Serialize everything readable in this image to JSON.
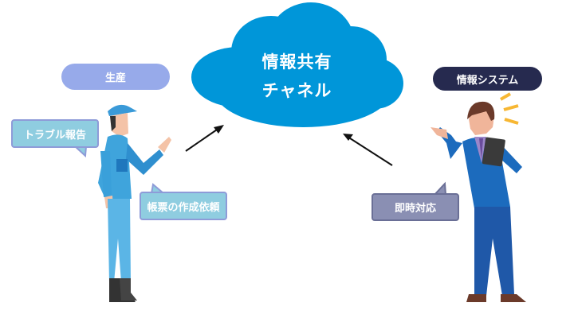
{
  "cloud": {
    "line1": "情報共有",
    "line2": "チャネル",
    "color": "#0096d9"
  },
  "left_role": {
    "label": "生産",
    "color": "#97aaea"
  },
  "right_role": {
    "label": "情報システム",
    "color": "#262a4f"
  },
  "bubbles": {
    "trouble_report": "トラブル報告",
    "form_request": "帳票の作成依頼",
    "immediate_response": "即時対応"
  },
  "colors": {
    "bubble_light": "#8fcde0",
    "bubble_dark": "#8a8fb3"
  }
}
